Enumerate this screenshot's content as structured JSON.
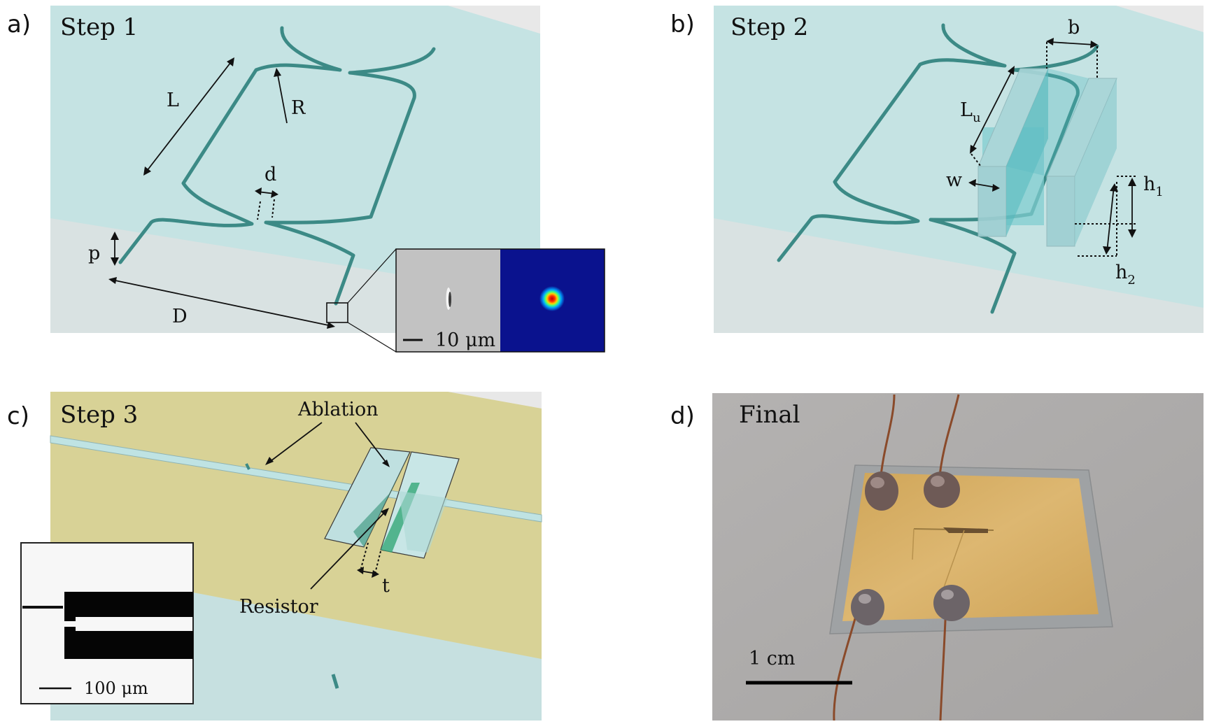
{
  "panels": {
    "a": {
      "letter": "a)",
      "title": "Step 1",
      "labels": {
        "L": "L",
        "R": "R",
        "d": "d",
        "p": "p",
        "D": "D"
      },
      "inset_scale": "10 μm"
    },
    "b": {
      "letter": "b)",
      "title": "Step 2",
      "labels": {
        "b": "b",
        "Lu_main": "L",
        "Lu_sub": "u",
        "w": "w",
        "h1_main": "h",
        "h1_sub": "1",
        "h2_main": "h",
        "h2_sub": "2"
      }
    },
    "c": {
      "letter": "c)",
      "title": "Step 3",
      "labels": {
        "ablation": "Ablation",
        "resistor": "Resistor",
        "t": "t"
      },
      "inset_scale": "100 μm"
    },
    "d": {
      "letter": "d)",
      "title": "Final",
      "scale": "1 cm"
    }
  },
  "colors": {
    "substrate_teal": "#c5e3e3",
    "substrate_grey": "#d9e2e2",
    "waveguide": "#3c8a86",
    "gold_film": "#d8d296",
    "photo_background": "#aaa8a8",
    "gold_chip": "#d8b064"
  }
}
